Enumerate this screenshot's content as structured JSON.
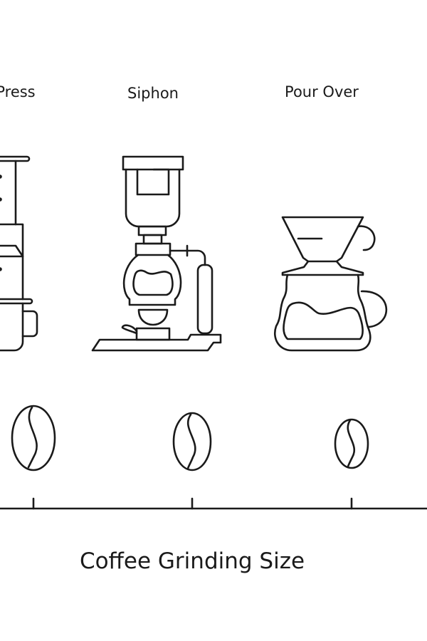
{
  "methods": [
    {
      "label": "Press",
      "icon": "french-press-icon"
    },
    {
      "label": "Siphon",
      "icon": "siphon-icon"
    },
    {
      "label": "Pour Over",
      "icon": "pour-over-icon"
    }
  ],
  "axis": {
    "title": "Coffee Grinding Size"
  },
  "colors": {
    "line": "#1a1a1a",
    "background": "#ffffff"
  }
}
